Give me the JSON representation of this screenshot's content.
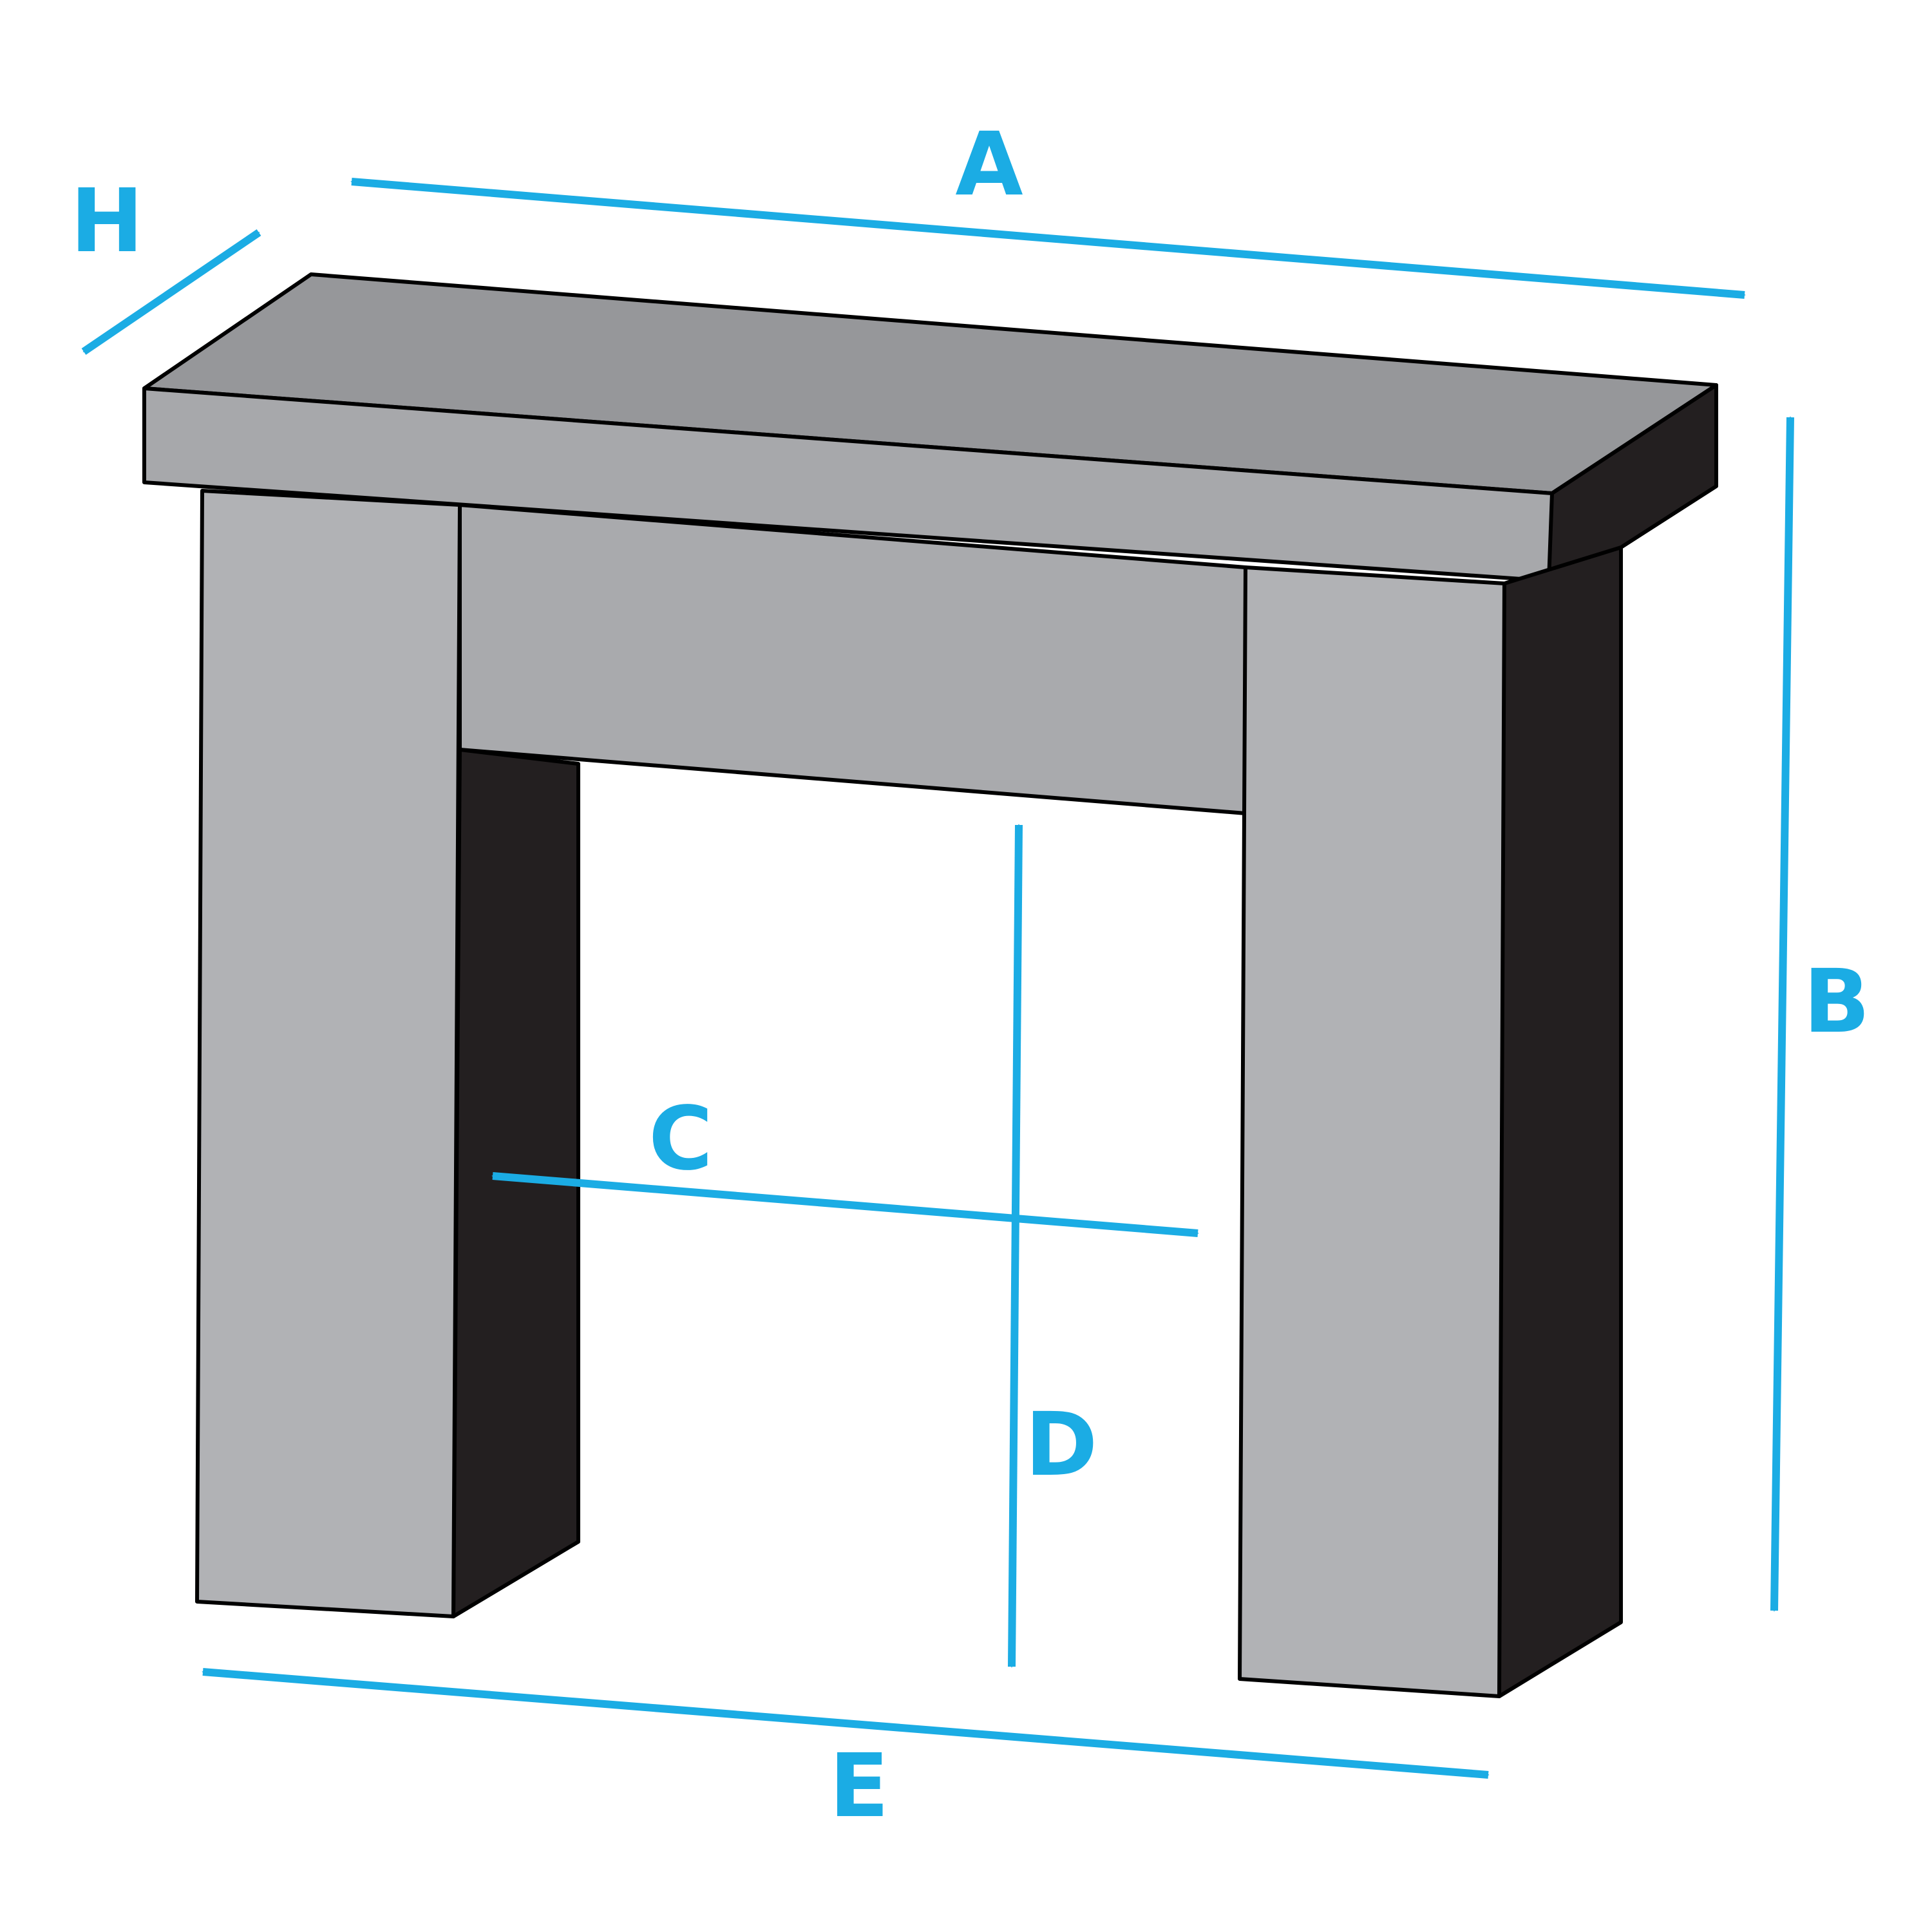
{
  "colors": {
    "arrow": "#1BACE4",
    "shelf_front": "#A7A8AB",
    "shelf_top": "#96979A",
    "legs": "#B1B2B5",
    "header": "#A9AAAD",
    "shadow": "#231F20",
    "outline": "#000000",
    "background": "#FFFFFF"
  },
  "labels": {
    "a": "A",
    "b": "B",
    "c": "C",
    "d": "D",
    "e": "E",
    "h": "H"
  }
}
